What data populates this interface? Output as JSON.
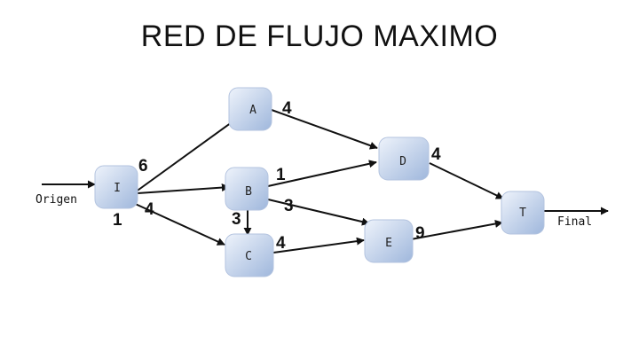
{
  "title": "RED DE FLUJO MAXIMO",
  "source_label": "Origen",
  "sink_label": "Final",
  "nodes": [
    {
      "id": "I",
      "label": "I"
    },
    {
      "id": "A",
      "label": "A"
    },
    {
      "id": "B",
      "label": "B"
    },
    {
      "id": "C",
      "label": "C"
    },
    {
      "id": "D",
      "label": "D"
    },
    {
      "id": "E",
      "label": "E"
    },
    {
      "id": "T",
      "label": "T"
    }
  ],
  "edges": [
    {
      "from": "I",
      "to": "A",
      "capacity": "6"
    },
    {
      "from": "I",
      "to": "B",
      "capacity": "1"
    },
    {
      "from": "I",
      "to": "C",
      "capacity": "4"
    },
    {
      "from": "A",
      "to": "D",
      "capacity": "4"
    },
    {
      "from": "B",
      "to": "D",
      "capacity": "1"
    },
    {
      "from": "B",
      "to": "E",
      "capacity": "3"
    },
    {
      "from": "B",
      "to": "C",
      "capacity": "3"
    },
    {
      "from": "C",
      "to": "E",
      "capacity": "4"
    },
    {
      "from": "D",
      "to": "T",
      "capacity": "4"
    },
    {
      "from": "E",
      "to": "T",
      "capacity": "9"
    }
  ],
  "colors": {
    "node_fill_light": "#e8eef8",
    "node_fill_dark": "#9db4da",
    "node_stroke": "#aebfdc",
    "edge": "#111111"
  }
}
